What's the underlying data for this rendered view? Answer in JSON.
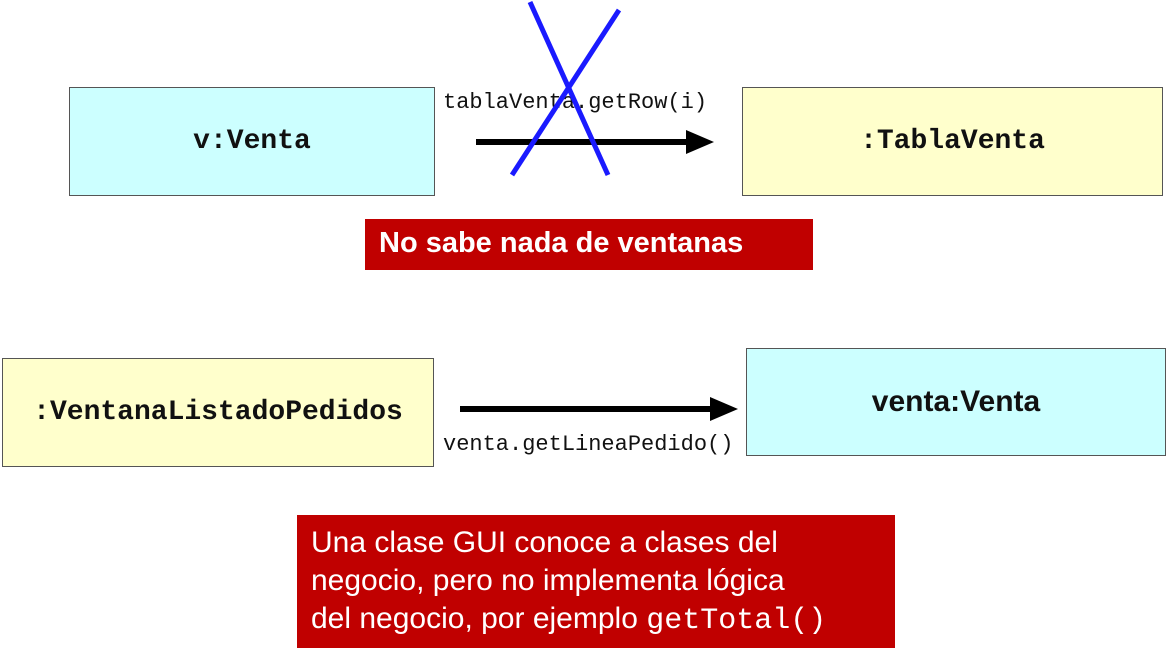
{
  "colors": {
    "cyan_box": "#ccffff",
    "yellow_box": "#ffffcc",
    "note_red": "#c00000",
    "cross_blue": "#1a1aff",
    "arrow": "#000000"
  },
  "top": {
    "left_box": ":Venta",
    "left_box_prefix": "v",
    "right_box": ":TablaVenta",
    "message": "tablaVenta.getRow(i)",
    "note": "No sabe nada de ventanas"
  },
  "bottom": {
    "left_box": ":VentanaListadoPedidos",
    "right_box": "venta:Venta",
    "message": "venta.getLineaPedido()",
    "note_lines": [
      "Una clase GUI conoce a clases del",
      "negocio, pero no implementa lógica",
      "del negocio, por ejemplo "
    ],
    "note_code": "getTotal()"
  }
}
